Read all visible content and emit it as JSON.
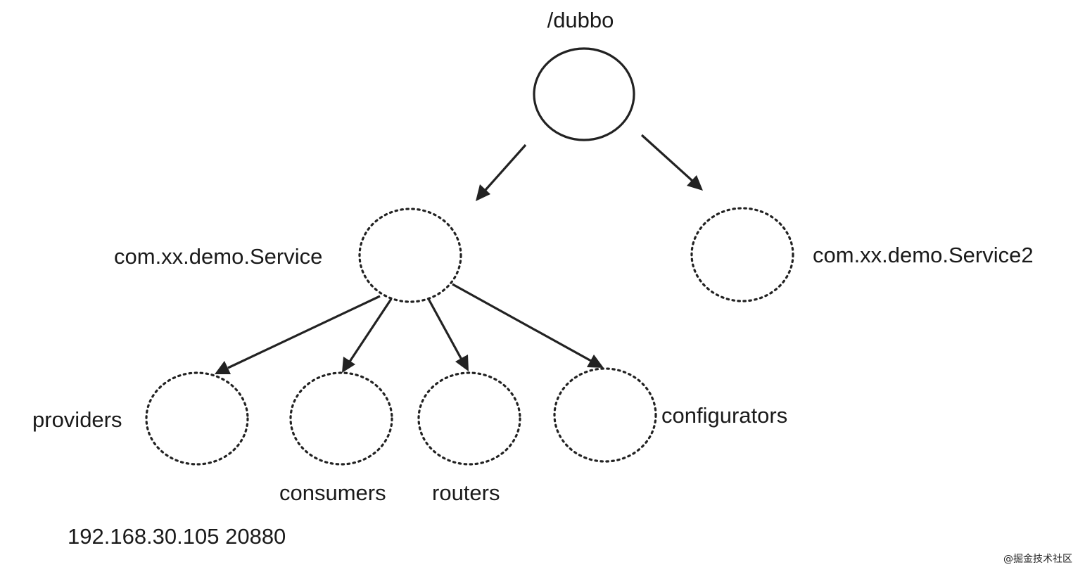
{
  "diagram": {
    "root": {
      "label": "/dubbo"
    },
    "services": [
      {
        "label": "com.xx.demo.Service"
      },
      {
        "label": "com.xx.demo.Service2"
      }
    ],
    "categories": [
      {
        "label": "providers"
      },
      {
        "label": "consumers"
      },
      {
        "label": "routers"
      },
      {
        "label": "configurators"
      }
    ],
    "provider_address": "192.168.30.105 20880"
  },
  "watermark": "@掘金技术社区",
  "colors": {
    "stroke": "#222222",
    "text": "#1a1a1a",
    "background": "#ffffff"
  }
}
